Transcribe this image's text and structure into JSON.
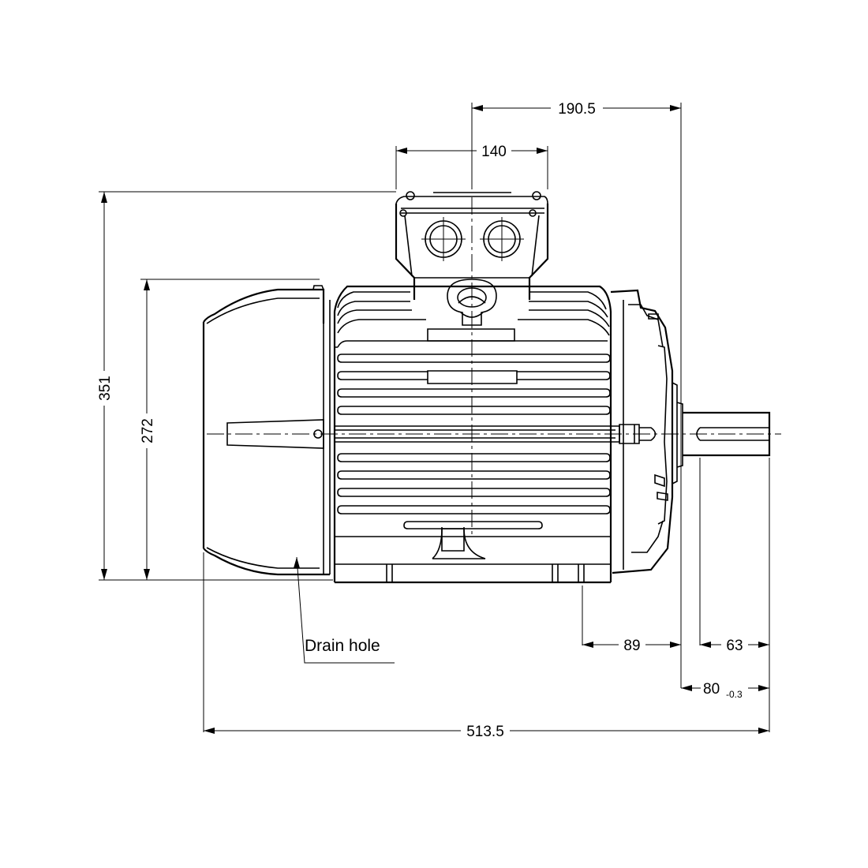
{
  "dimensions": {
    "top_span": "190.5",
    "terminal_box_width": "140",
    "total_height": "351",
    "frame_height": "272",
    "foot_to_shaft_shoulder": "89",
    "shaft_key_length": "63",
    "shaft_length": "80",
    "shaft_tolerance": "-0.3",
    "overall_length": "513.5"
  },
  "labels": {
    "drain_hole": "Drain hole"
  }
}
